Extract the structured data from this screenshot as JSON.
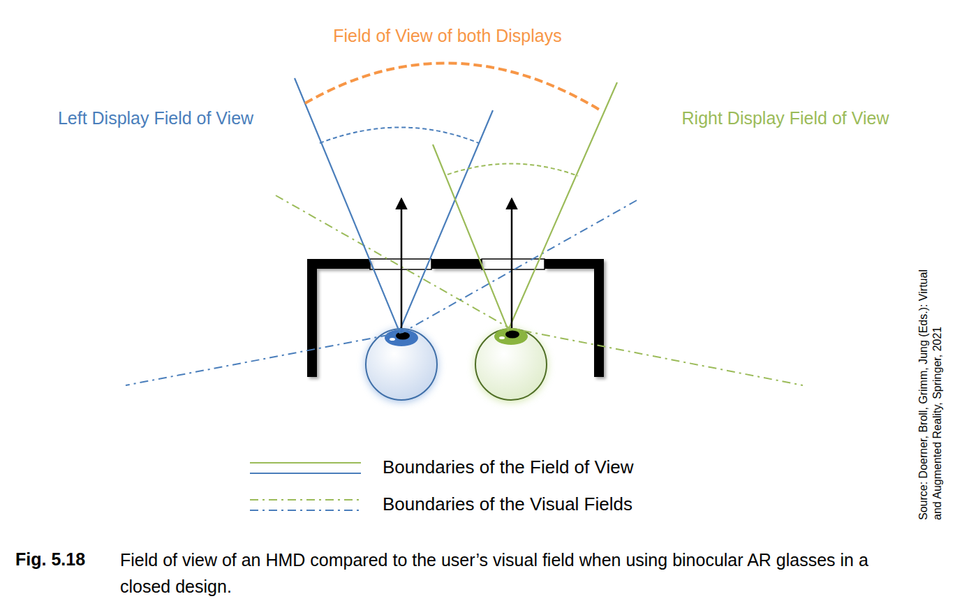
{
  "diagram": {
    "caption": "Field of view of an HMD compared to the user’s visual field when using binocular AR glasses in a closed design.",
    "labels": [
      "Field of View of both Displays",
      "Left Display Field of View",
      "Right Display Field of View",
      "Fig. 5.18",
      "Source: Doerner, Broll, Grimm, Jung (Eds.): Virtual and Augmented Reality, Springer, 2021"
    ],
    "legend": [
      {
        "text": "Boundaries of the Field of View"
      },
      {
        "text": "Boundaries of the Visual Fields"
      }
    ]
  }
}
